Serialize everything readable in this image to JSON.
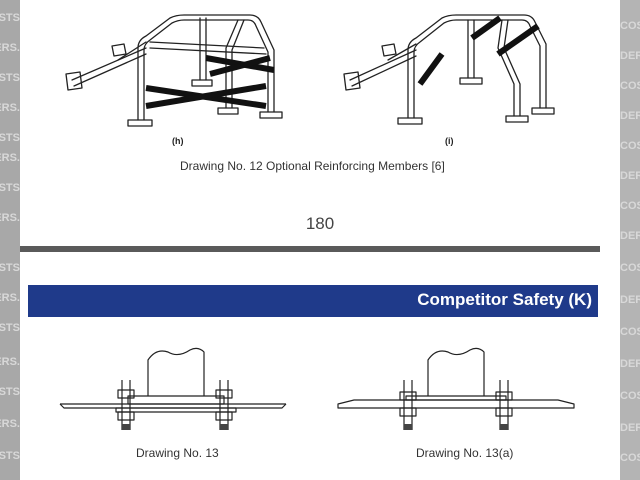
{
  "sidebar": {
    "left_watermark": [
      "COSTS",
      "DERS.",
      "COSTS",
      "DERS.",
      "COSTS",
      "DERS.",
      "COSTS",
      "DERS.",
      "COSTS",
      "DERS.",
      "COSTS",
      "DERS.",
      "COSTS",
      "DERS.",
      "COSTS"
    ],
    "right_watermark": [
      "COSTS",
      "DERS.",
      "COSTS",
      "DERS.",
      "COSTS",
      "DERS.",
      "COSTS",
      "DERS.",
      "COSTS",
      "DERS.",
      "COSTS",
      "DERS.",
      "COSTS",
      "DERS.",
      "COSTS"
    ]
  },
  "top_section": {
    "sub_label_h": "(h)",
    "sub_label_i": "(i)",
    "caption": "Drawing No. 12 Optional Reinforcing Members [6]",
    "page_number": "180"
  },
  "bottom_section": {
    "banner_title": "Competitor Safety (K)",
    "caption_left": "Drawing No. 13",
    "caption_right": "Drawing No. 13(a)"
  },
  "colors": {
    "banner": "#1f3a8a",
    "rule": "#5a5a5a"
  }
}
